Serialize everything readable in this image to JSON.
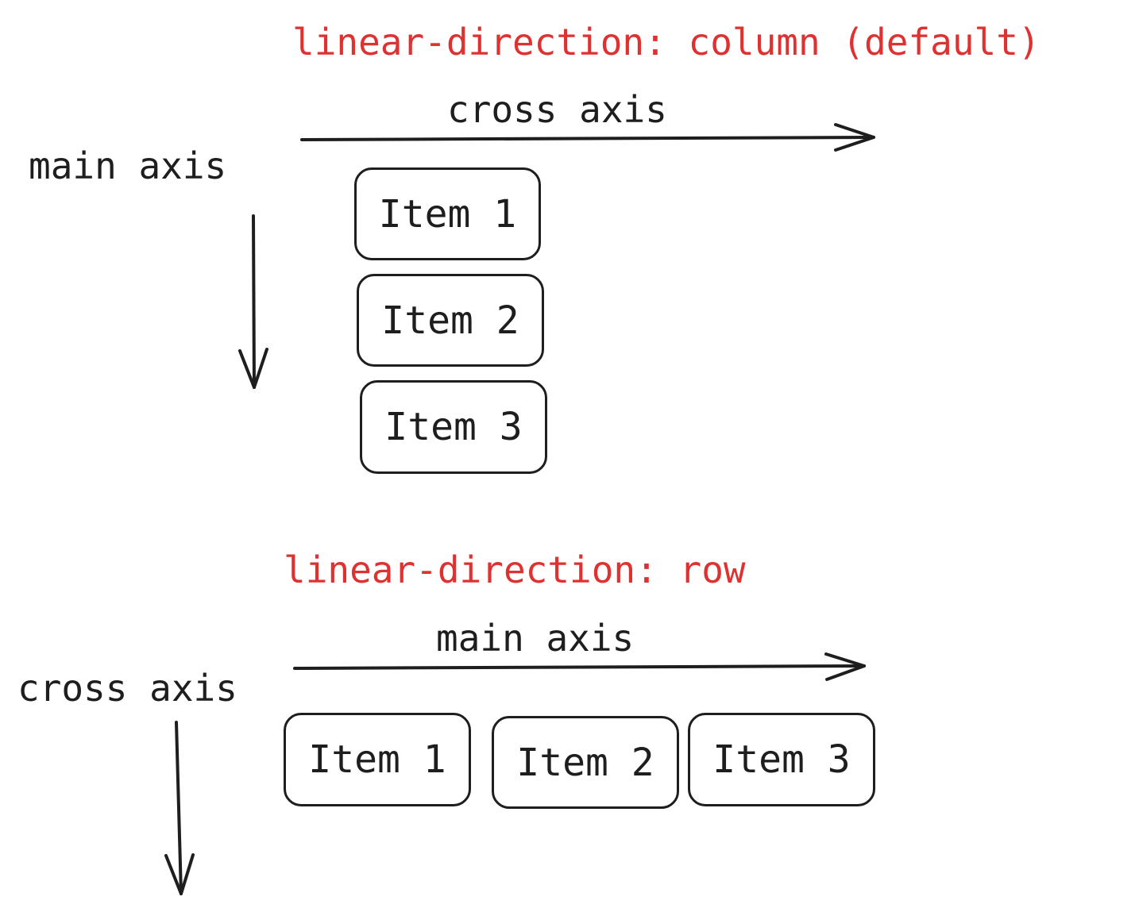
{
  "column_section": {
    "title": "linear-direction: column (default)",
    "cross_axis_label": "cross axis",
    "main_axis_label": "main axis",
    "items": [
      "Item 1",
      "Item 2",
      "Item 3"
    ]
  },
  "row_section": {
    "title": "linear-direction: row",
    "main_axis_label": "main axis",
    "cross_axis_label": "cross axis",
    "items": [
      "Item 1",
      "Item 2",
      "Item 3"
    ]
  },
  "colors": {
    "title": "#e03131",
    "stroke": "#1e1e1e"
  }
}
